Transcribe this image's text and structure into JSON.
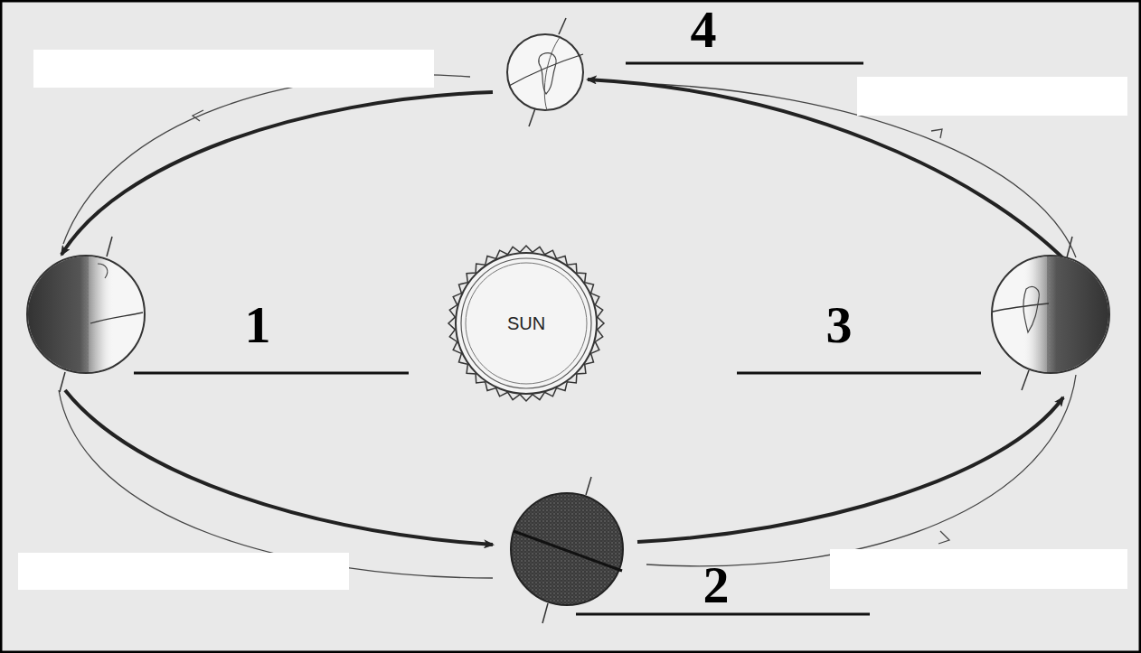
{
  "diagram": {
    "nodes": [
      {
        "text": [
          "SUN"
        ]
      }
    ],
    "labels": [
      "4",
      "1",
      "3",
      "2"
    ]
  }
}
